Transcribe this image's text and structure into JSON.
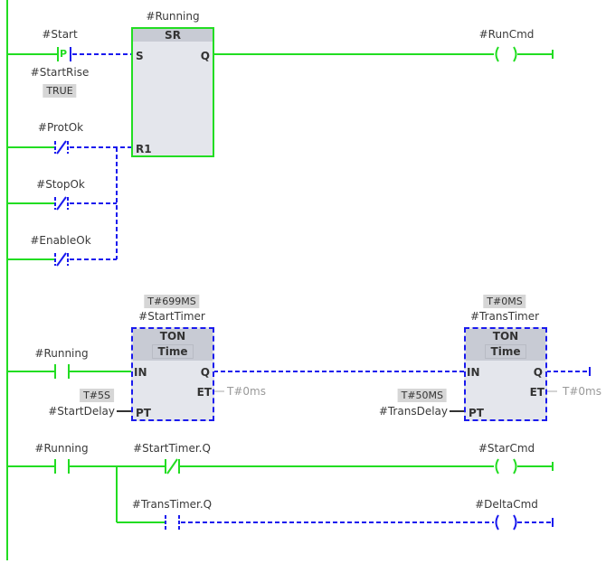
{
  "colors": {
    "energized": "#22dd22",
    "not_energized": "#1a1aee",
    "box_fill": "#e4e6ec",
    "box_header": "#c8cbd4",
    "value_bg": "#d6d6d6"
  },
  "network1": {
    "sr_instance": "#Running",
    "sr_type": "SR",
    "sr_pin_s": "S",
    "sr_pin_q": "Q",
    "sr_pin_r1": "R1",
    "start_contact": {
      "operand": "#Start",
      "type": "P",
      "edge_bit": "#StartRise",
      "edge_value": "TRUE"
    },
    "prot_contact": {
      "operand": "#ProtOk",
      "type": "normally-closed"
    },
    "stop_contact": {
      "operand": "#StopOk",
      "type": "normally-closed"
    },
    "enable_contact": {
      "operand": "#EnableOk",
      "type": "normally-closed"
    },
    "coil": {
      "operand": "#RunCmd"
    }
  },
  "network2": {
    "running_contact": {
      "operand": "#Running",
      "type": "normally-open"
    },
    "start_timer": {
      "instance": "#StartTimer",
      "type": "TON",
      "data_type": "Time",
      "current_value": "T#699MS",
      "pt_operand": "#StartDelay",
      "pt_value": "T#5S",
      "et_value": "T#0ms",
      "pin_in": "IN",
      "pin_q": "Q",
      "pin_et": "ET",
      "pin_pt": "PT"
    },
    "trans_timer": {
      "instance": "#TransTimer",
      "type": "TON",
      "data_type": "Time",
      "current_value": "T#0MS",
      "pt_operand": "#TransDelay",
      "pt_value": "T#50MS",
      "et_value": "T#0ms",
      "pin_in": "IN",
      "pin_q": "Q",
      "pin_et": "ET",
      "pin_pt": "PT"
    }
  },
  "network3": {
    "running_contact": {
      "operand": "#Running",
      "type": "normally-open"
    },
    "start_timer_q_contact": {
      "operand": "#StartTimer.Q",
      "type": "normally-closed"
    },
    "trans_timer_q_contact": {
      "operand": "#TransTimer.Q",
      "type": "normally-open"
    },
    "star_coil": {
      "operand": "#StarCmd"
    },
    "delta_coil": {
      "operand": "#DeltaCmd"
    }
  }
}
